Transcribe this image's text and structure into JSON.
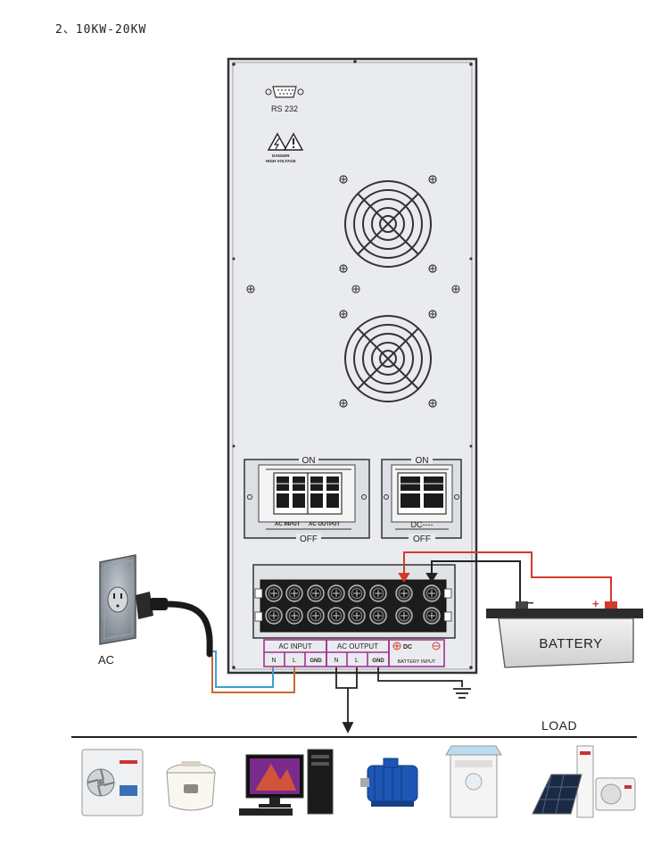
{
  "heading": "2、10KW-20KW",
  "rs232_label": "RS 232",
  "warning_label_1": "DANGER",
  "warning_label_2": "HIGH VOLTAGE",
  "ac_breaker": {
    "on": "ON",
    "off": "OFF",
    "left_label": "AC INPUT",
    "right_label": "AC OUTPUT"
  },
  "dc_breaker": {
    "on": "ON",
    "off": "OFF",
    "label": "DC----"
  },
  "terminal_labels": {
    "ac_input": "AC INPUT",
    "ac_output": "AC OUTPUT",
    "dc": "DC",
    "battery_input": "BATTERY INPUT",
    "n1": "N",
    "l1": "L",
    "gnd1": "GND",
    "n2": "N",
    "l2": "L",
    "gnd2": "GND"
  },
  "ac_label": "AC",
  "battery": {
    "label": "BATTERY",
    "minus": "−",
    "plus": "+"
  },
  "load_label": "LOAD",
  "colors": {
    "wire_red": "#d23a2a",
    "wire_blue": "#3b9fd4",
    "wire_brown": "#c9692d",
    "panel": "#e9ebee",
    "wire_black": "#222222"
  },
  "icons": [
    "wall-outlet-icon",
    "air-conditioner-icon",
    "rice-cooker-icon",
    "computer-icon",
    "electric-motor-icon",
    "washing-machine-icon",
    "solar-water-heater-icon"
  ]
}
